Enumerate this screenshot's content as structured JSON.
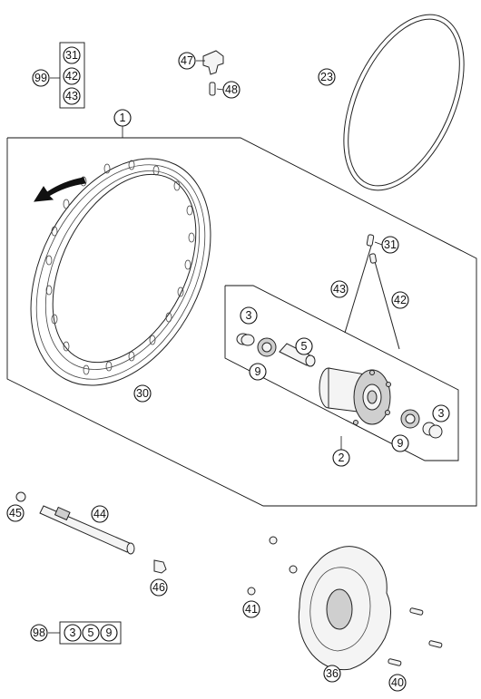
{
  "callouts": {
    "c1": "1",
    "c2": "2",
    "c3a": "3",
    "c3b": "3",
    "c5": "5",
    "c9a": "9",
    "c9b": "9",
    "c23": "23",
    "c30": "30",
    "c31": "31",
    "c36": "36",
    "c40": "40",
    "c41": "41",
    "c42": "42",
    "c43": "43",
    "c44": "44",
    "c45": "45",
    "c46": "46",
    "c47": "47",
    "c48": "48"
  },
  "kit_99": {
    "label": "99",
    "items": [
      "31",
      "42",
      "43"
    ]
  },
  "kit_98": {
    "label": "98",
    "items": [
      "3",
      "5",
      "9"
    ]
  }
}
